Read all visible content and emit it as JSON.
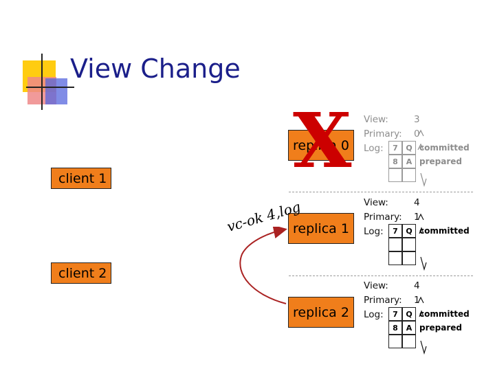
{
  "title": "View Change",
  "clients": {
    "client1": "client 1",
    "client2": "client 2"
  },
  "replicas": {
    "r0": {
      "label": "replica 0",
      "view_label": "View:",
      "view_value": "3",
      "primary_label": "Primary:",
      "primary_value": "0",
      "log_label": "Log:",
      "log": [
        {
          "seq": "7",
          "op": "Q",
          "status": "committed"
        },
        {
          "seq": "8",
          "op": "A",
          "status": "prepared"
        }
      ]
    },
    "r1": {
      "label": "replica 1",
      "view_label": "View:",
      "view_value": "4",
      "primary_label": "Primary:",
      "primary_value": "1",
      "log_label": "Log:",
      "log": [
        {
          "seq": "7",
          "op": "Q",
          "status": "committed"
        }
      ]
    },
    "r2": {
      "label": "replica 2",
      "view_label": "View:",
      "view_value": "4",
      "primary_label": "Primary:",
      "primary_value": "1",
      "log_label": "Log:",
      "log": [
        {
          "seq": "7",
          "op": "Q",
          "status": "committed"
        },
        {
          "seq": "8",
          "op": "A",
          "status": "prepared"
        }
      ]
    }
  },
  "message": "vc-ok 4,log",
  "colors": {
    "box": "#f07e1b",
    "title": "#1b1f8a",
    "failed": "#cc0000"
  }
}
